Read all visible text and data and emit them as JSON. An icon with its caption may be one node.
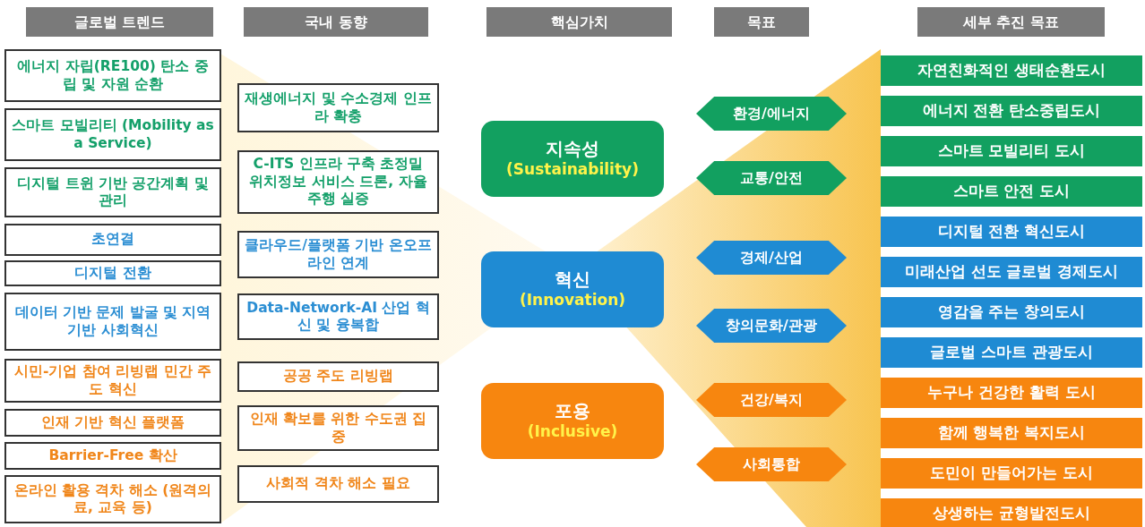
{
  "diagram": {
    "nodes": [
      {
        "text": [
          "글로벌 트렌드"
        ]
      },
      {
        "text": [
          "국내 동향"
        ]
      },
      {
        "text": [
          "핵심가치"
        ]
      },
      {
        "text": [
          "목표"
        ]
      },
      {
        "text": [
          "세부 추진 목표"
        ]
      },
      {
        "text": [
          "에너지 자립(RE100) 탄소 중립 및 자원 순환"
        ]
      },
      {
        "text": [
          "스마트 모빌리티 (Mobility as a Service)"
        ]
      },
      {
        "text": [
          "디지털 트윈 기반 공간계획 및 관리"
        ]
      },
      {
        "text": [
          "초연결"
        ]
      },
      {
        "text": [
          "디지털 전환"
        ]
      },
      {
        "text": [
          "데이터 기반 문제 발굴 및 지역 기반 사회혁신"
        ]
      },
      {
        "text": [
          "시민-기업 참여 리빙랩 민간 주도 혁신"
        ]
      },
      {
        "text": [
          "인재 기반 혁신 플랫폼"
        ]
      },
      {
        "text": [
          "Barrier-Free 확산"
        ]
      },
      {
        "text": [
          "온라인 활용 격차 해소 (원격의료, 교육 등)"
        ]
      },
      {
        "text": [
          "재생에너지 및 수소경제 인프라 확충"
        ]
      },
      {
        "text": [
          "C-ITS 인프라 구축 초정밀 위치정보 서비스 드론, 자율주행 실증"
        ]
      },
      {
        "text": [
          "클라우드/플랫폼 기반 온오프라인 연계"
        ]
      },
      {
        "text": [
          "Data-Network-AI 산업 혁신 및 융복합"
        ]
      },
      {
        "text": [
          "공공 주도 리빙랩"
        ]
      },
      {
        "text": [
          "인재 확보를 위한 수도권 집중"
        ]
      },
      {
        "text": [
          "사회적 격차 해소 필요"
        ]
      },
      {
        "text": [
          "지속성",
          "(Sustainability)"
        ]
      },
      {
        "text": [
          "혁신",
          "(Innovation)"
        ]
      },
      {
        "text": [
          "포용",
          "(Inclusive)"
        ]
      },
      {
        "text": [
          "환경/에너지"
        ]
      },
      {
        "text": [
          "교통/안전"
        ]
      },
      {
        "text": [
          "경제/산업"
        ]
      },
      {
        "text": [
          "창의문화/관광"
        ]
      },
      {
        "text": [
          "건강/복지"
        ]
      },
      {
        "text": [
          "사회통합"
        ]
      },
      {
        "text": [
          "자연친화적인 생태순환도시"
        ]
      },
      {
        "text": [
          "에너지 전환 탄소중립도시"
        ]
      },
      {
        "text": [
          "스마트 모빌리티 도시"
        ]
      },
      {
        "text": [
          "스마트 안전 도시"
        ]
      },
      {
        "text": [
          "디지털 전환 혁신도시"
        ]
      },
      {
        "text": [
          "미래산업 선도 글로벌 경제도시"
        ]
      },
      {
        "text": [
          "영감을 주는 창의도시"
        ]
      },
      {
        "text": [
          "글로벌 스마트 관광도시"
        ]
      },
      {
        "text": [
          "누구나 건강한 활력 도시"
        ]
      },
      {
        "text": [
          "함께 행복한 복지도시"
        ]
      },
      {
        "text": [
          "도민이 만들어가는 도시"
        ]
      },
      {
        "text": [
          "상생하는 균형발전도시"
        ]
      }
    ]
  }
}
